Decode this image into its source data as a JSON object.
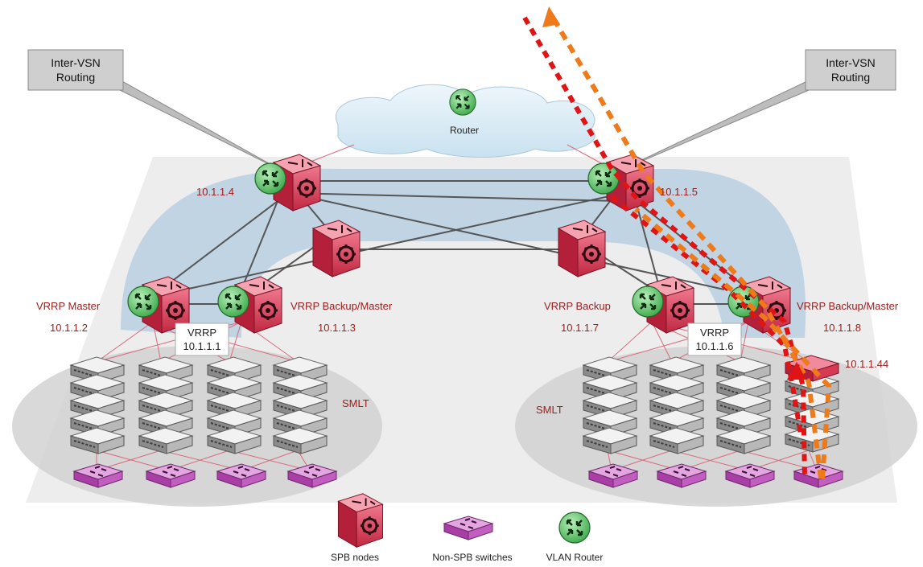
{
  "callouts": {
    "left_line1": "Inter-VSN",
    "left_line2": "Routing",
    "right_line1": "Inter-VSN",
    "right_line2": "Routing"
  },
  "router_label": "Router",
  "ips": {
    "n4": "10.1.1.4",
    "n5": "10.1.1.5",
    "n2": "10.1.1.2",
    "n3": "10.1.1.3",
    "n7": "10.1.1.7",
    "n8": "10.1.1.8",
    "n44": "10.1.1.44"
  },
  "roles": {
    "master": "VRRP Master",
    "backup_master_left": "VRRP Backup/Master",
    "backup": "VRRP Backup",
    "backup_master_right": "VRRP Backup/Master"
  },
  "vrrp_left": {
    "title": "VRRP",
    "ip": "10.1.1.1"
  },
  "vrrp_right": {
    "title": "VRRP",
    "ip": "10.1.1.6"
  },
  "smlt_left": "SMLT",
  "smlt_right": "SMLT",
  "legend": {
    "spb": "SPB nodes",
    "non_spb": "Non-SPB switches",
    "vlan_router": "VLAN Router"
  },
  "colors": {
    "spb_node": "#d63a55",
    "non_spb_switch": "#c45ac4",
    "vlan_router": "#5fc46a",
    "traffic_red": "#e01414",
    "traffic_orange": "#ef7a1a",
    "label_red": "#9b1c1c"
  }
}
